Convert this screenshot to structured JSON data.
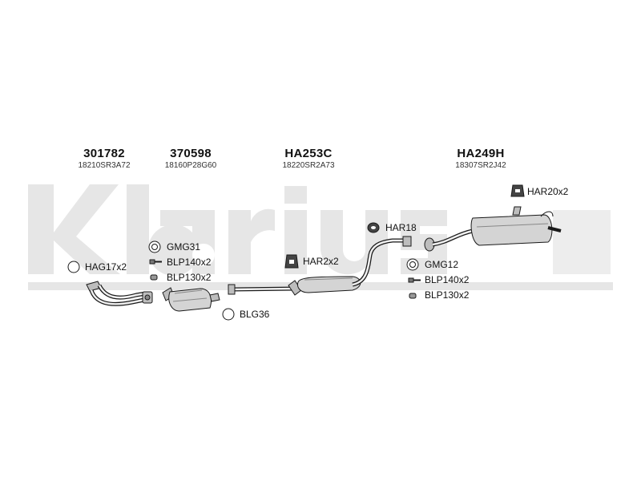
{
  "watermark": {
    "brand": "Klarius"
  },
  "parts": [
    {
      "code": "301782",
      "oem": "18210SR3A72"
    },
    {
      "code": "370598",
      "oem": "18160P28G60"
    },
    {
      "code": "HA253C",
      "oem": "18220SR2A73"
    },
    {
      "code": "HA249H",
      "oem": "18307SR2J42"
    }
  ],
  "labels": {
    "hag17": "HAG17x2",
    "gmg31": "GMG31",
    "blp140a": "BLP140x2",
    "blp130a": "BLP130x2",
    "blg36": "BLG36",
    "har2": "HAR2x2",
    "har18": "HAR18",
    "gmg12": "GMG12",
    "blp140b": "BLP140x2",
    "blp130b": "BLP130x2",
    "har20": "HAR20x2"
  },
  "colors": {
    "watermark": "#e6e6e6",
    "ink": "#1a1a1a",
    "metal": "#cfcfcf"
  }
}
